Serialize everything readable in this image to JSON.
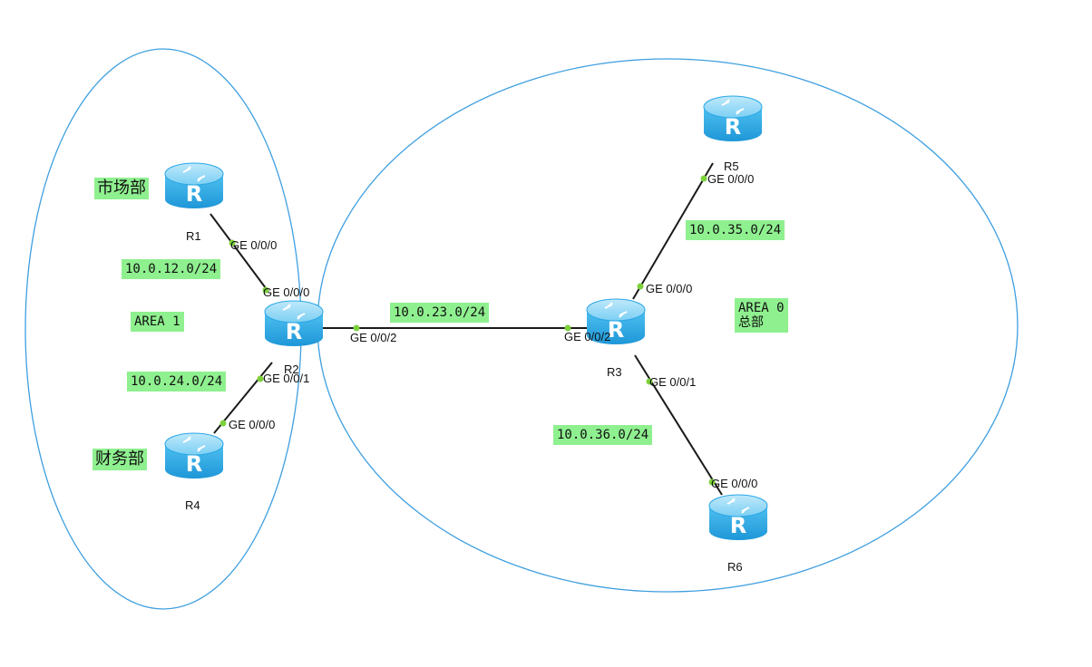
{
  "colors": {
    "area_outline": "#3e9fe0",
    "link": "#1a1a1a",
    "port_dot": "#7dd23c",
    "label_bg": "#8ff08f",
    "router_top": "#7fd0f3",
    "router_body": "#2aa7e6"
  },
  "areas": {
    "area1": {
      "label": "AREA 1"
    },
    "area0": {
      "label": "AREA 0\n总部"
    }
  },
  "departments": {
    "r1": "市场部",
    "r4": "财务部"
  },
  "routers": {
    "r1": {
      "name": "R1",
      "icon": "router-icon"
    },
    "r2": {
      "name": "R2",
      "icon": "router-icon"
    },
    "r3": {
      "name": "R3",
      "icon": "router-icon"
    },
    "r4": {
      "name": "R4",
      "icon": "router-icon"
    },
    "r5": {
      "name": "R5",
      "icon": "router-icon"
    },
    "r6": {
      "name": "R6",
      "icon": "router-icon"
    }
  },
  "subnets": {
    "r1_r2": "10.0.12.0/24",
    "r2_r4": "10.0.24.0/24",
    "r2_r3": "10.0.23.0/24",
    "r3_r5": "10.0.35.0/24",
    "r3_r6": "10.0.36.0/24"
  },
  "ports": {
    "r1_ge000": "GE 0/0/0",
    "r2_ge000": "GE 0/0/0",
    "r2_ge001": "GE 0/0/1",
    "r2_ge002": "GE 0/0/2",
    "r4_ge000": "GE 0/0/0",
    "r3_ge002": "GE 0/0/2",
    "r3_ge000": "GE 0/0/0",
    "r3_ge001": "GE 0/0/1",
    "r5_ge000": "GE 0/0/0",
    "r6_ge000": "GE 0/0/0"
  }
}
